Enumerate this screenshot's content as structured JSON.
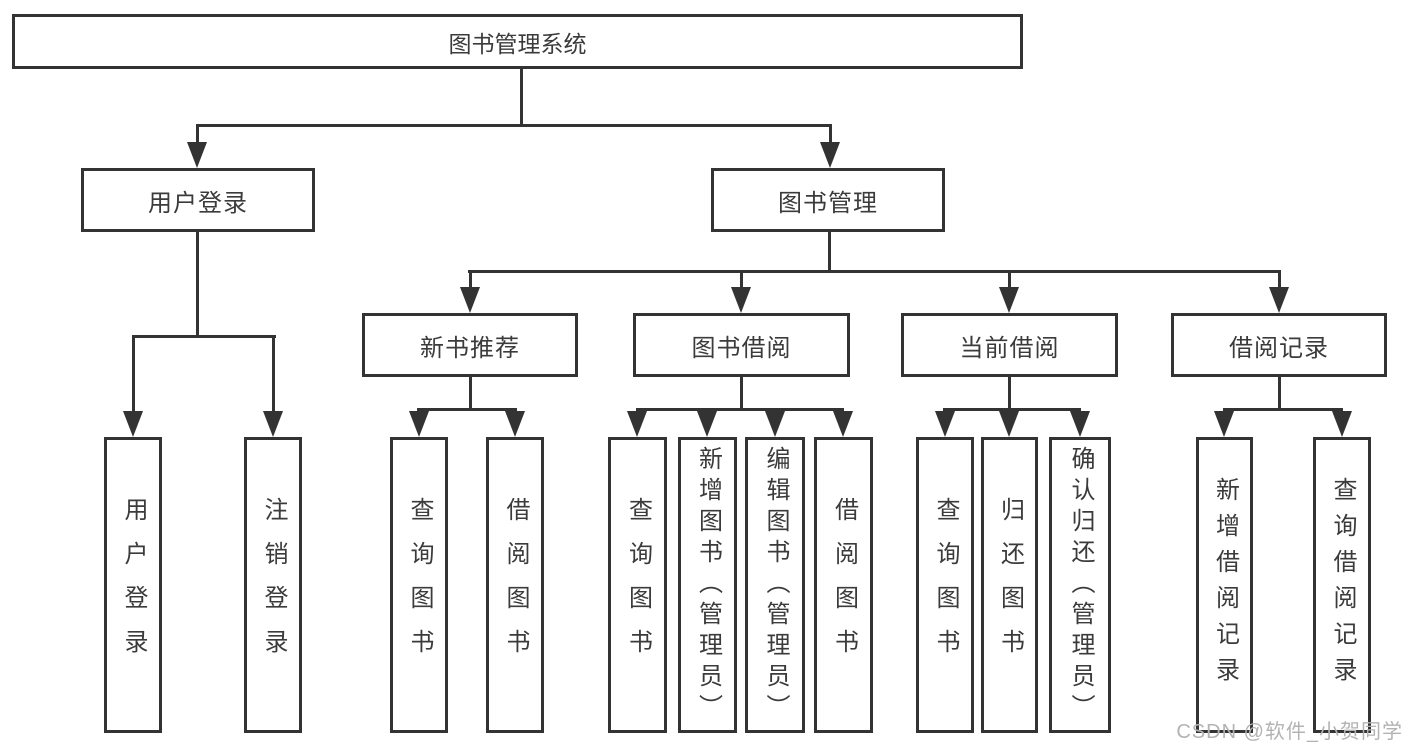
{
  "diagram_title": "图书管理系统",
  "tree": {
    "root": {
      "label": "图书管理系统",
      "children": [
        {
          "label": "用户登录",
          "children": [
            {
              "label": "用户登录"
            },
            {
              "label": "注销登录"
            }
          ]
        },
        {
          "label": "图书管理",
          "children": [
            {
              "label": "新书推荐",
              "children": [
                {
                  "label": "查询图书"
                },
                {
                  "label": "借阅图书"
                }
              ]
            },
            {
              "label": "图书借阅",
              "children": [
                {
                  "label": "查询图书"
                },
                {
                  "label": "新增图书（管理员）"
                },
                {
                  "label": "编辑图书（管理员）"
                },
                {
                  "label": "借阅图书"
                }
              ]
            },
            {
              "label": "当前借阅",
              "children": [
                {
                  "label": "查询图书"
                },
                {
                  "label": "归还图书"
                },
                {
                  "label": "确认归还（管理员）"
                }
              ]
            },
            {
              "label": "借阅记录",
              "children": [
                {
                  "label": "新增借阅记录"
                },
                {
                  "label": "查询借阅记录"
                }
              ]
            }
          ]
        }
      ]
    }
  },
  "watermark": {
    "text": "CSDN @软件_小贺同学"
  },
  "colors": {
    "line": "#333333",
    "text": "#3b3b3b",
    "background": "#ffffff",
    "watermark": "#b3b3b3"
  }
}
